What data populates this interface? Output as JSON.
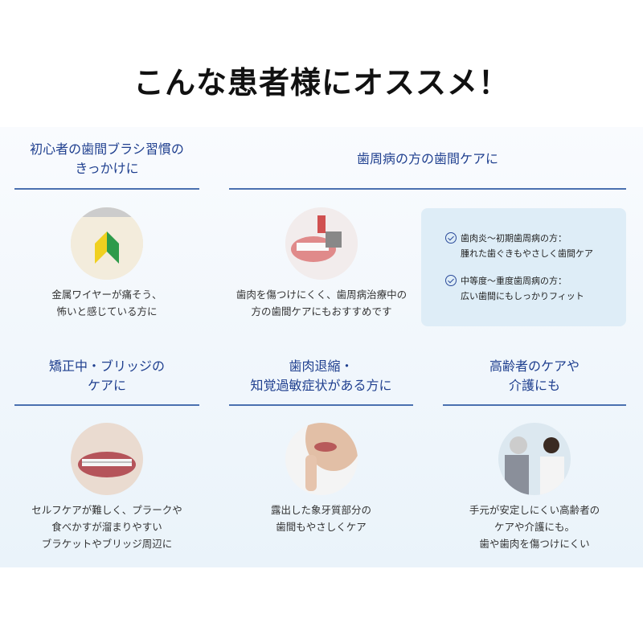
{
  "title": "こんな患者様にオススメ！",
  "sections": [
    {
      "heading": [
        "初心者の歯間ブラシ習慣の",
        "きっかけに"
      ],
      "desc": [
        "金属ワイヤーが痛そう、",
        "怖いと感じている方に"
      ]
    },
    {
      "heading": [
        "歯周病の方の歯間ケアに"
      ],
      "desc": [
        "歯肉を傷つけにくく、歯周病治療中の",
        "方の歯間ケアにもおすすめです"
      ]
    },
    {
      "heading": [
        "矯正中・ブリッジの",
        "ケアに"
      ],
      "desc": [
        "セルフケアが難しく、プラークや",
        "食べかすが溜まりやすい",
        "ブラケットやブリッジ周辺に"
      ]
    },
    {
      "heading": [
        "歯肉退縮・",
        "知覚過敏症状がある方に"
      ],
      "desc": [
        "露出した象牙質部分の",
        "歯間もやさしくケア"
      ]
    },
    {
      "heading": [
        "高齢者のケアや",
        "介護にも"
      ],
      "desc": [
        "手元が安定しにくい高齢者の",
        "ケアや介護にも。",
        "歯や歯肉を傷つけにくい"
      ]
    }
  ],
  "perio_box": [
    {
      "label": "歯肉炎〜初期歯周病の方：",
      "text": "腫れた歯ぐきもやさしく歯間ケア"
    },
    {
      "label": "中等度〜重度歯周病の方：",
      "text": "広い歯間にもしっかりフィット"
    }
  ]
}
